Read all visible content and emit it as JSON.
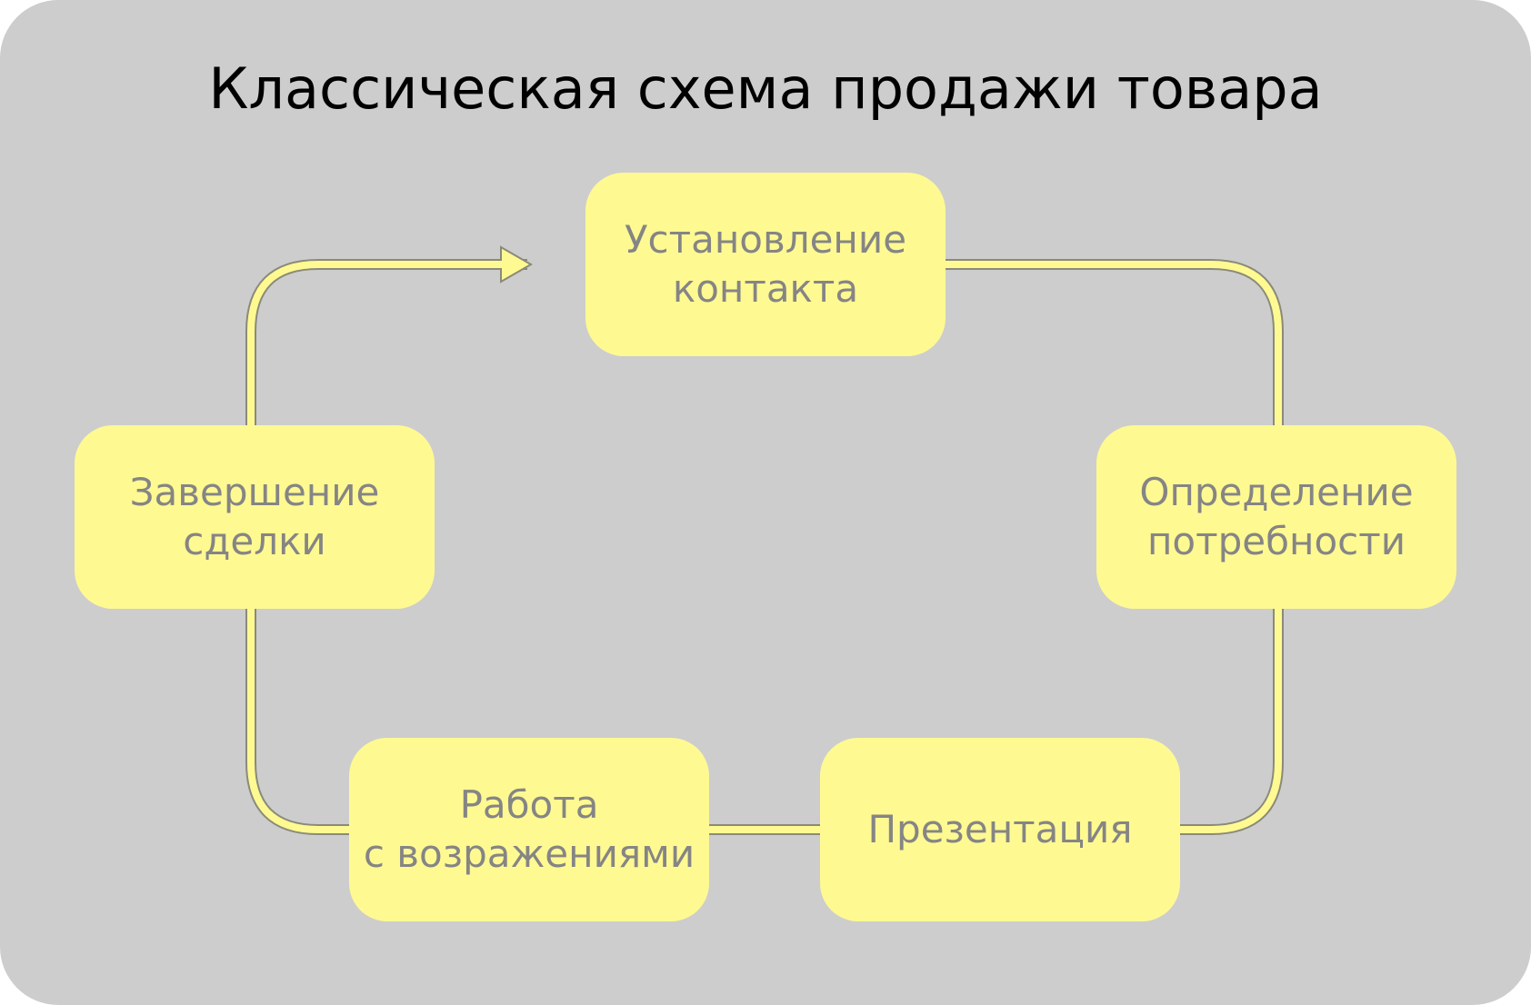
{
  "title": "Классическая схема продажи товара",
  "colors": {
    "background": "#cdcdcd",
    "node_fill": "#fff992",
    "node_text": "#858585",
    "connector_fill": "#fff992",
    "connector_outline": "#8a8a7a",
    "title_text": "#000000"
  },
  "nodes": [
    {
      "id": "contact",
      "lines": [
        "Установление",
        "контакта"
      ]
    },
    {
      "id": "needs",
      "lines": [
        "Определение",
        "потребности"
      ]
    },
    {
      "id": "presentation",
      "lines": [
        "Презентация"
      ]
    },
    {
      "id": "objections",
      "lines": [
        "Работа",
        "с возражениями"
      ]
    },
    {
      "id": "closing",
      "lines": [
        "Завершение",
        "сделки"
      ]
    }
  ],
  "connector": {
    "style": "rounded-loop-with-arrowhead",
    "direction": "clockwise",
    "arrow_target": "contact"
  }
}
